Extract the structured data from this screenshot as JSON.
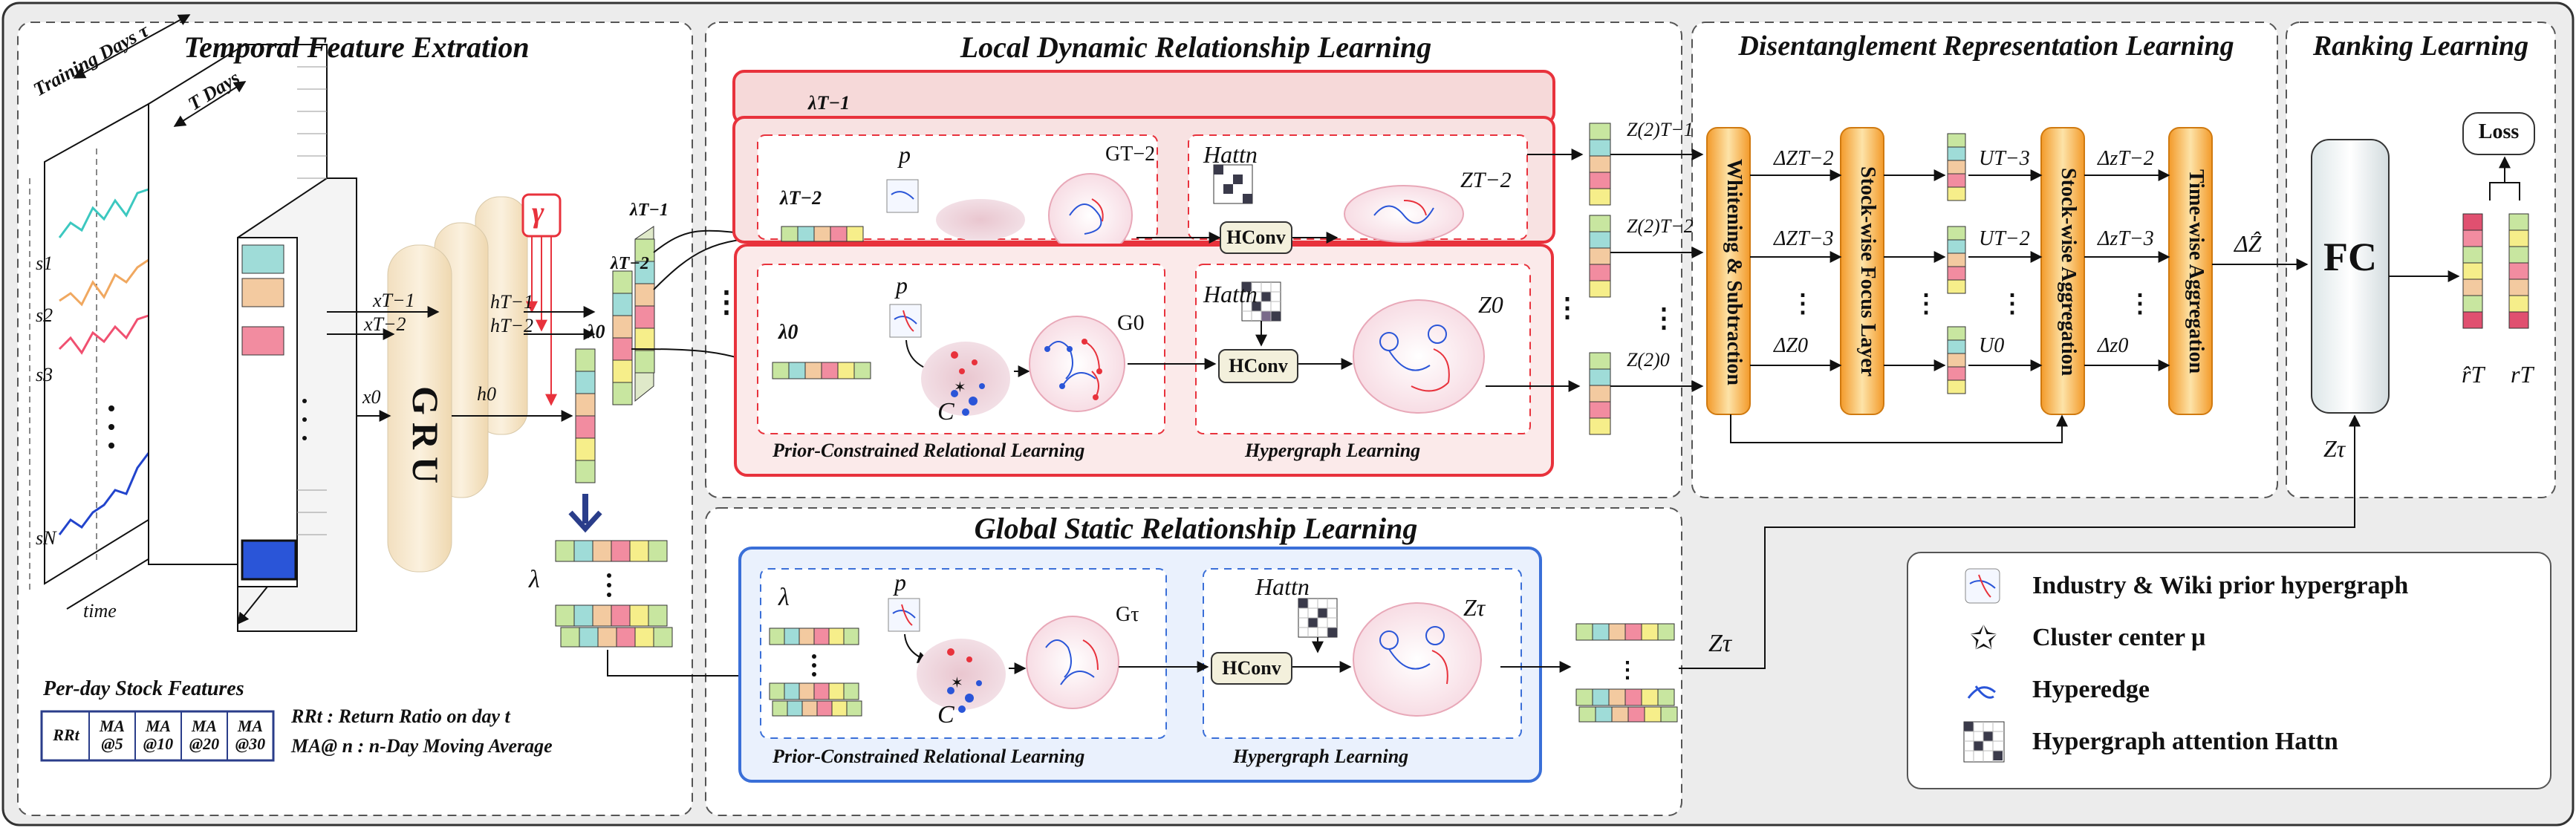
{
  "sections": {
    "temporal": "Temporal Feature Extration",
    "local": "Local Dynamic Relationship Learning",
    "disentangle": "Disentanglement Representation Learning",
    "ranking": "Ranking Learning",
    "global": "Global Static Relationship Learning"
  },
  "temporal": {
    "training_days": "Training Days τ",
    "t_days": "T Days",
    "stocks": [
      "s1",
      "s2",
      "s3",
      "sN"
    ],
    "time": "time",
    "gru": "GRU",
    "gamma": "γ",
    "hidden": [
      "hT−1",
      "hT−2",
      "h0"
    ],
    "inputs": [
      "xT−1",
      "xT−2",
      "x0"
    ],
    "lambdas": [
      "λT−1",
      "λT−2",
      "λ0"
    ],
    "lambda_global": "λ",
    "per_day_title": "Per-day Stock Features",
    "features": [
      "RRt",
      "MA @5",
      "MA @10",
      "MA @20",
      "MA @30"
    ],
    "rr_note": "RRt : Return Ratio on day t",
    "ma_note": "MA@ n : n-Day Moving Average"
  },
  "local": {
    "lambda_back": "λT−1",
    "lambda_mid": "λT−2",
    "lambda_front": "λ0",
    "p": "p",
    "c": "C",
    "g_mid": "GT−2",
    "g_front": "G0",
    "h_attn": "Hattn",
    "hconv": "HConv",
    "z_mid": "ZT−2",
    "z_front": "Z0",
    "prior_caption": "Prior-Constrained Relational Learning",
    "hyper_caption": "Hypergraph Learning",
    "outputs": [
      "Z(2)T−1",
      "Z(2)T−2",
      "Z(2)0"
    ]
  },
  "disentangle": {
    "whitening": "Whitening & Subtraction",
    "focus": "Stock-wise Focus Layer",
    "stock_agg": "Stock-wise Aggregation",
    "time_agg": "Time-wise Aggregation",
    "delta_Z": [
      "ΔZT−2",
      "ΔZT−3",
      "ΔZ0"
    ],
    "U": [
      "UT−3",
      "UT−2",
      "U0"
    ],
    "delta_z": [
      "ΔzT−2",
      "ΔzT−3",
      "Δz0"
    ],
    "delta_hat": "ΔẐ"
  },
  "ranking": {
    "fc": "FC",
    "loss": "Loss",
    "r_hat": "r̂T",
    "r": "rT",
    "z_tau": "Zτ"
  },
  "global": {
    "lambda": "λ",
    "p": "p",
    "c": "C",
    "g": "Gτ",
    "h_attn": "Hattn",
    "hconv": "HConv",
    "z": "Zτ",
    "prior_caption": "Prior-Constrained Relational Learning",
    "hyper_caption": "Hypergraph Learning",
    "out": "Zτ"
  },
  "legend": {
    "items": [
      {
        "icon": "prior-hypergraph-icon",
        "text": "Industry & Wiki prior hypergraph"
      },
      {
        "icon": "cluster-center-icon",
        "text": "Cluster center μ"
      },
      {
        "icon": "hyperedge-icon",
        "text": "Hyperedge"
      },
      {
        "icon": "attention-grid-icon",
        "text": "Hypergraph attention Hattn"
      }
    ]
  },
  "colors": {
    "red_frame": "#e8323c",
    "blue_frame": "#3a6fd8",
    "orange": "#f5a23a",
    "cyan": "#9fdcd8",
    "peach": "#f3caa0",
    "pink": "#f28ca0",
    "green": "#c8e6a0",
    "yellow": "#f6ee8a"
  }
}
